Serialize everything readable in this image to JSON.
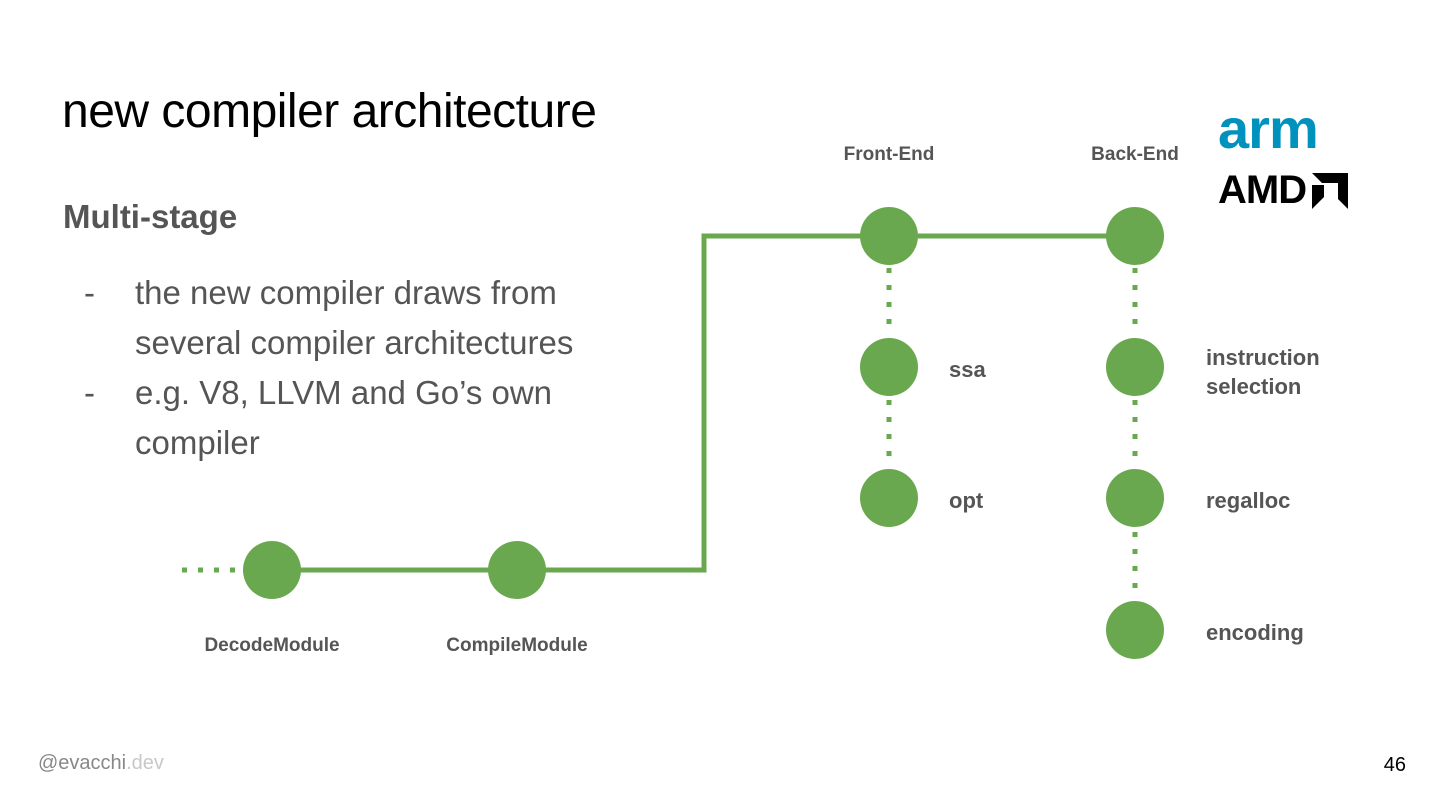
{
  "slide": {
    "title": "new compiler architecture",
    "subtitle": "Multi-stage",
    "bullets": [
      {
        "dash": "-",
        "text": "the new compiler draws from several compiler architectures"
      },
      {
        "dash": "-",
        "text": "e.g. V8, LLVM and Go’s own compiler"
      }
    ],
    "footer": {
      "handle_main": "@evacchi",
      "handle_suffix": ".dev"
    },
    "page_number": "46"
  },
  "logos": {
    "arm": {
      "text": "arm",
      "color": "#0091bd"
    },
    "amd": {
      "text": "AMD"
    }
  },
  "diagram": {
    "colors": {
      "node": "#6aa84f",
      "line": "#6aa84f",
      "label": "#555555"
    },
    "pipeline_nodes": [
      {
        "label": "DecodeModule"
      },
      {
        "label": "CompileModule"
      }
    ],
    "front_end": {
      "heading": "Front-End",
      "stages": [
        {
          "label": ""
        },
        {
          "label": "ssa"
        },
        {
          "label": "opt"
        }
      ]
    },
    "back_end": {
      "heading": "Back-End",
      "stages": [
        {
          "label": ""
        },
        {
          "label": "instruction selection"
        },
        {
          "label": "regalloc"
        },
        {
          "label": "encoding"
        }
      ]
    }
  }
}
